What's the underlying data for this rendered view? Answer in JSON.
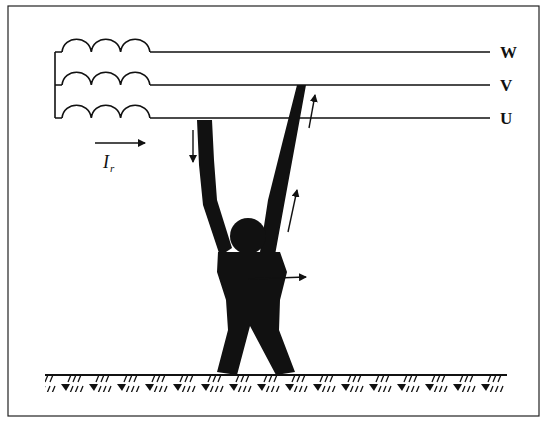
{
  "diagram": {
    "labels": [
      "W",
      "V",
      "U",
      "I",
      "r"
    ]
  }
}
